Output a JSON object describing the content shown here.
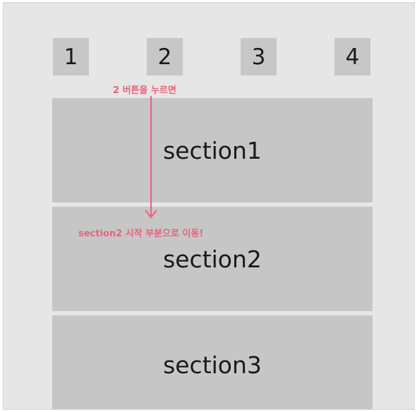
{
  "nav": {
    "buttons": [
      "1",
      "2",
      "3",
      "4"
    ]
  },
  "sections": [
    "section1",
    "section2",
    "section3"
  ],
  "annotations": {
    "top": "2 버튼을 누르면",
    "bottom": "section2 시작 부분으로 이동!"
  },
  "colors": {
    "background": "#e6e6e6",
    "block": "#c6c6c6",
    "annotation": "#e8637a"
  }
}
